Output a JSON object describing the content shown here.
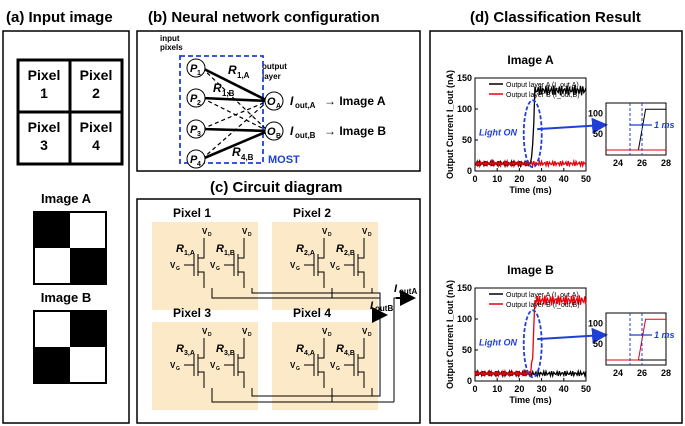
{
  "panels": {
    "a_title": "(a) Input image",
    "b_title": "(b) Neural network configuration",
    "c_title": "(c) Circuit diagram",
    "d_title": "(d) Classification Result"
  },
  "input_image": {
    "pixel_labels": [
      [
        "Pixel",
        "1"
      ],
      [
        "Pixel",
        "2"
      ],
      [
        "Pixel",
        "3"
      ],
      [
        "Pixel",
        "4"
      ]
    ],
    "image_a_label": "Image A",
    "image_a_pattern": [
      1,
      0,
      0,
      1
    ],
    "image_b_label": "Image B",
    "image_b_pattern": [
      0,
      1,
      1,
      0
    ]
  },
  "network": {
    "input_label_1": "input",
    "input_label_2": "pixels",
    "output_label_1": "output",
    "output_label_2": "layer",
    "inputs": [
      "P",
      "P",
      "P",
      "P"
    ],
    "input_subs": [
      "1",
      "2",
      "3",
      "4"
    ],
    "outputs": [
      "O",
      "O"
    ],
    "output_subs": [
      "A",
      "B"
    ],
    "r1a": "R",
    "r1a_sub": "1,A",
    "r1b": "R",
    "r1b_sub": "1,B",
    "r4b": "R",
    "r4b_sub": "4,B",
    "iout_a": "I",
    "iout_a_sub": "out,A",
    "iout_b": "I",
    "iout_b_sub": "out,B",
    "arrow_a": "→ Image A",
    "arrow_b": "→ Image B",
    "most": "MOST"
  },
  "circuit": {
    "pixels": [
      "Pixel 1",
      "Pixel 2",
      "Pixel 3",
      "Pixel 4"
    ],
    "resistors": [
      [
        "1,A",
        "1,B"
      ],
      [
        "2,A",
        "2,B"
      ],
      [
        "3,A",
        "3,B"
      ],
      [
        "4,A",
        "4,B"
      ]
    ],
    "vd": "V",
    "vd_sub": "D",
    "vg": "V",
    "vg_sub": "G",
    "r": "R",
    "iout_a": "I",
    "iout_a_sub": "outA",
    "iout_b": "I",
    "iout_b_sub": "outB"
  },
  "chart_data": [
    {
      "type": "line",
      "title": "Image A",
      "xlabel": "Time (ms)",
      "ylabel": "Output Current I_out (nA)",
      "xlim": [
        0,
        50
      ],
      "ylim": [
        0,
        150
      ],
      "xticks": [
        0,
        10,
        20,
        30,
        40,
        50
      ],
      "yticks": [
        0,
        50,
        100,
        150
      ],
      "annotation": "Light ON",
      "legend": "top-right",
      "series": [
        {
          "name": "Output layer A (I_out,A)",
          "color": "#000000",
          "x": [
            0,
            25,
            26,
            27,
            30,
            50
          ],
          "values": [
            12,
            12,
            40,
            130,
            130,
            130
          ]
        },
        {
          "name": "Output layer B (I_out,B)",
          "color": "#e8000b",
          "x": [
            0,
            50
          ],
          "values": [
            12,
            12
          ]
        }
      ],
      "inset": {
        "xlim": [
          23,
          28
        ],
        "xticks": [
          24,
          26,
          28
        ],
        "yticks": [
          50,
          100
        ],
        "annotation": "1 ms"
      }
    },
    {
      "type": "line",
      "title": "Image B",
      "xlabel": "Time (ms)",
      "ylabel": "Output Current I_out (nA)",
      "xlim": [
        0,
        50
      ],
      "ylim": [
        0,
        150
      ],
      "xticks": [
        0,
        10,
        20,
        30,
        40,
        50
      ],
      "yticks": [
        0,
        50,
        100,
        150
      ],
      "annotation": "Light ON",
      "legend": "top-right",
      "series": [
        {
          "name": "Output layer A (I_out,A)",
          "color": "#000000",
          "x": [
            0,
            50
          ],
          "values": [
            12,
            12
          ]
        },
        {
          "name": "Output layer B (I_out,B)",
          "color": "#e8000b",
          "x": [
            0,
            25,
            26,
            27,
            30,
            50
          ],
          "values": [
            12,
            12,
            40,
            130,
            130,
            130
          ]
        }
      ],
      "inset": {
        "xlim": [
          23,
          28
        ],
        "xticks": [
          24,
          26,
          28
        ],
        "yticks": [
          50,
          100
        ],
        "annotation": "1 ms"
      }
    }
  ]
}
